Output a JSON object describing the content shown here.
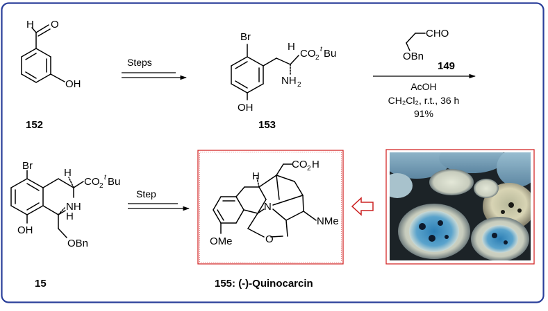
{
  "compounds": {
    "c152": "152",
    "c153": "153",
    "c149": "149",
    "c15": "15",
    "c155": "155: (-)-Quinocarcin"
  },
  "reagents": {
    "step1": "Steps",
    "step2_reagent": "AcOH",
    "step2_solvent": "CH₂Cl₂, r.t., 36 h",
    "step2_yield": "91%",
    "step3": "Step"
  },
  "atoms": {
    "H": "H",
    "O": "O",
    "OH": "OH",
    "Br": "Br",
    "NH": "NH",
    "NH2": "NH",
    "two": "2",
    "CO2tBu": "CO",
    "tBu": "Bu",
    "t": "t",
    "CHO": "CHO",
    "OBn": "OBn",
    "CO2H": "CO",
    "H_end": "H",
    "N": "N",
    "NMe": "NMe",
    "OMe": "OMe"
  },
  "colors": {
    "frame": "#2a3f9a",
    "highlight_box": "#d42a2a",
    "hollow_arrow": "#cc2222"
  },
  "photo": {
    "kind": "photograph of bacterial colonies on agar"
  }
}
